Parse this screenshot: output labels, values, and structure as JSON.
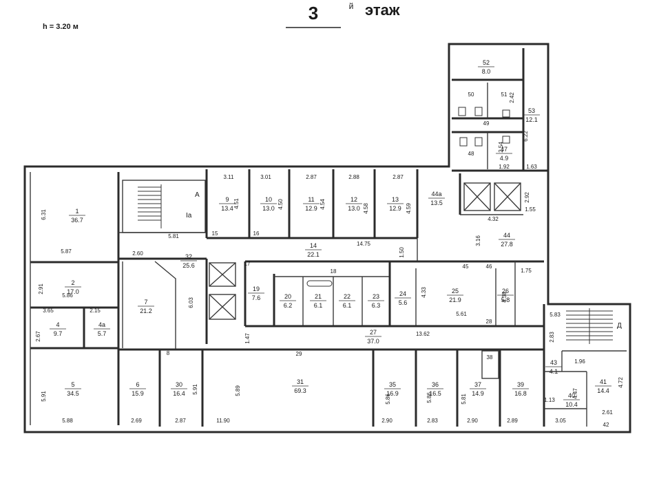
{
  "header": {
    "floor_number": "3",
    "floor_suffix": "й",
    "floor_word": "этаж",
    "height_note": "h = 3.20 м"
  },
  "stair_labels": {
    "stair_a": "А",
    "stair_d": "Д",
    "lobby_ia": "Ia"
  },
  "rooms": [
    {
      "id": "r1",
      "num": "1",
      "area": "36.7"
    },
    {
      "id": "r2",
      "num": "2",
      "area": "17.0"
    },
    {
      "id": "r4",
      "num": "4",
      "area": "9.7"
    },
    {
      "id": "r4a",
      "num": "4a",
      "area": "5.7"
    },
    {
      "id": "r5",
      "num": "5",
      "area": "34.5"
    },
    {
      "id": "r6",
      "num": "6",
      "area": "15.9"
    },
    {
      "id": "r7",
      "num": "7",
      "area": "21.2"
    },
    {
      "id": "r9",
      "num": "9",
      "area": "13.4"
    },
    {
      "id": "r10",
      "num": "10",
      "area": "13.0"
    },
    {
      "id": "r11",
      "num": "11",
      "area": "12.9"
    },
    {
      "id": "r12",
      "num": "12",
      "area": "13.0"
    },
    {
      "id": "r13",
      "num": "13",
      "area": "12.9"
    },
    {
      "id": "r14",
      "num": "14",
      "area": "22.1"
    },
    {
      "id": "r19",
      "num": "19",
      "area": "7.6"
    },
    {
      "id": "r20",
      "num": "20",
      "area": "6.2"
    },
    {
      "id": "r21",
      "num": "21",
      "area": "6.1"
    },
    {
      "id": "r22",
      "num": "22",
      "area": "6.1"
    },
    {
      "id": "r23",
      "num": "23",
      "area": "6.3"
    },
    {
      "id": "r24",
      "num": "24",
      "area": "5.6"
    },
    {
      "id": "r25",
      "num": "25",
      "area": "21.9"
    },
    {
      "id": "r26",
      "num": "26",
      "area": "5.8"
    },
    {
      "id": "r27",
      "num": "27",
      "area": "37.0"
    },
    {
      "id": "r30",
      "num": "30",
      "area": "16.4"
    },
    {
      "id": "r31",
      "num": "31",
      "area": "69.3"
    },
    {
      "id": "r32",
      "num": "32",
      "area": "25.6"
    },
    {
      "id": "r35",
      "num": "35",
      "area": "16.9"
    },
    {
      "id": "r36",
      "num": "36",
      "area": "16.5"
    },
    {
      "id": "r37",
      "num": "37",
      "area": "14.9"
    },
    {
      "id": "r39",
      "num": "39",
      "area": "16.8"
    },
    {
      "id": "r40",
      "num": "40",
      "area": "10.4"
    },
    {
      "id": "r41",
      "num": "41",
      "area": "14.4"
    },
    {
      "id": "r43",
      "num": "43",
      "area": "4.1"
    },
    {
      "id": "r44",
      "num": "44",
      "area": "27.8"
    },
    {
      "id": "r44a",
      "num": "44a",
      "area": "13.5"
    },
    {
      "id": "r47",
      "num": "47",
      "area": "4.9"
    },
    {
      "id": "r52",
      "num": "52",
      "area": "8.0"
    },
    {
      "id": "r53",
      "num": "53",
      "area": "12.1"
    }
  ],
  "small_labels": [
    {
      "id": "s8",
      "text": "8"
    },
    {
      "id": "s15",
      "text": "15"
    },
    {
      "id": "s16",
      "text": "16"
    },
    {
      "id": "s17",
      "text": "17"
    },
    {
      "id": "s18",
      "text": "18"
    },
    {
      "id": "s28",
      "text": "28"
    },
    {
      "id": "s29",
      "text": "29"
    },
    {
      "id": "s38",
      "text": "38"
    },
    {
      "id": "s42",
      "text": "42"
    },
    {
      "id": "s45",
      "text": "45"
    },
    {
      "id": "s46",
      "text": "46"
    },
    {
      "id": "s48",
      "text": "48"
    },
    {
      "id": "s49",
      "text": "49"
    },
    {
      "id": "s50",
      "text": "50"
    },
    {
      "id": "s51",
      "text": "51"
    }
  ],
  "dimensions": [
    {
      "id": "d1",
      "text": "6.31",
      "vertical": true
    },
    {
      "id": "d2",
      "text": "5.87",
      "vertical": false
    },
    {
      "id": "d3",
      "text": "2.91",
      "vertical": true
    },
    {
      "id": "d4",
      "text": "5.86",
      "vertical": false
    },
    {
      "id": "d5",
      "text": "3.65",
      "vertical": false
    },
    {
      "id": "d6",
      "text": "2.15",
      "vertical": false
    },
    {
      "id": "d7",
      "text": "2.67",
      "vertical": true
    },
    {
      "id": "d8",
      "text": "5.91",
      "vertical": true
    },
    {
      "id": "d9",
      "text": "5.88",
      "vertical": false
    },
    {
      "id": "d10",
      "text": "2.69",
      "vertical": false
    },
    {
      "id": "d11",
      "text": "5.81",
      "vertical": false
    },
    {
      "id": "d12",
      "text": "2.60",
      "vertical": false
    },
    {
      "id": "d13",
      "text": "6.03",
      "vertical": true
    },
    {
      "id": "d14",
      "text": "3.11",
      "vertical": false
    },
    {
      "id": "d15",
      "text": "4.51",
      "vertical": true
    },
    {
      "id": "d16",
      "text": "3.01",
      "vertical": false
    },
    {
      "id": "d17",
      "text": "4.50",
      "vertical": true
    },
    {
      "id": "d18",
      "text": "2.87",
      "vertical": false
    },
    {
      "id": "d19",
      "text": "4.54",
      "vertical": true
    },
    {
      "id": "d20",
      "text": "2.88",
      "vertical": false
    },
    {
      "id": "d21",
      "text": "4.58",
      "vertical": true
    },
    {
      "id": "d22",
      "text": "2.87",
      "vertical": false
    },
    {
      "id": "d23",
      "text": "4.59",
      "vertical": true
    },
    {
      "id": "d24",
      "text": "14.75",
      "vertical": false
    },
    {
      "id": "d25",
      "text": "1.50",
      "vertical": true
    },
    {
      "id": "d26",
      "text": "4.33",
      "vertical": true
    },
    {
      "id": "d27",
      "text": "5.61",
      "vertical": false
    },
    {
      "id": "d28",
      "text": "1.75",
      "vertical": false
    },
    {
      "id": "d29",
      "text": "4.38",
      "vertical": true
    },
    {
      "id": "d30",
      "text": "1.47",
      "vertical": true
    },
    {
      "id": "d31",
      "text": "13.62",
      "vertical": false
    },
    {
      "id": "d32",
      "text": "5.91",
      "vertical": true
    },
    {
      "id": "d33",
      "text": "2.87",
      "vertical": false
    },
    {
      "id": "d34",
      "text": "5.89",
      "vertical": true
    },
    {
      "id": "d35",
      "text": "11.90",
      "vertical": false
    },
    {
      "id": "d36",
      "text": "5.86",
      "vertical": true
    },
    {
      "id": "d37",
      "text": "2.90",
      "vertical": false
    },
    {
      "id": "d38",
      "text": "5.86",
      "vertical": true
    },
    {
      "id": "d39",
      "text": "2.83",
      "vertical": false
    },
    {
      "id": "d40",
      "text": "5.81",
      "vertical": true
    },
    {
      "id": "d41",
      "text": "2.90",
      "vertical": false
    },
    {
      "id": "d42",
      "text": "2.89",
      "vertical": false
    },
    {
      "id": "d43",
      "text": "3.05",
      "vertical": false
    },
    {
      "id": "d44",
      "text": "1.13",
      "vertical": false
    },
    {
      "id": "d45",
      "text": "4.47",
      "vertical": true
    },
    {
      "id": "d46",
      "text": "1.96",
      "vertical": false
    },
    {
      "id": "d47",
      "text": "4.72",
      "vertical": true
    },
    {
      "id": "d48",
      "text": "2.61",
      "vertical": false
    },
    {
      "id": "d49",
      "text": "5.83",
      "vertical": false
    },
    {
      "id": "d50",
      "text": "2.83",
      "vertical": true
    },
    {
      "id": "d51",
      "text": "4.32",
      "vertical": false
    },
    {
      "id": "d52",
      "text": "1.55",
      "vertical": false
    },
    {
      "id": "d53",
      "text": "2.92",
      "vertical": true
    },
    {
      "id": "d54",
      "text": "3.16",
      "vertical": true
    },
    {
      "id": "d55",
      "text": "2.42",
      "vertical": true
    },
    {
      "id": "d56",
      "text": "2.54",
      "vertical": true
    },
    {
      "id": "d57",
      "text": "1.92",
      "vertical": false
    },
    {
      "id": "d58",
      "text": "1.63",
      "vertical": false
    },
    {
      "id": "d59",
      "text": "6.22",
      "vertical": true
    }
  ]
}
